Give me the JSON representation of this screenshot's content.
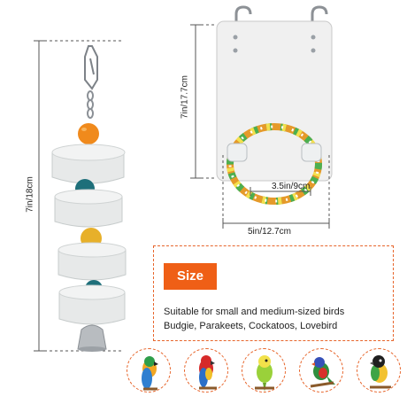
{
  "toy": {
    "height_label": "7in/18cm"
  },
  "mirror": {
    "height_label": "7in/17.7cm",
    "width_label": "5in/12.7cm",
    "ring_label": "3.5in/9cm"
  },
  "size_panel": {
    "badge": "Size",
    "line1": "Suitable for small and medium-sized birds",
    "line2": "Budgie, Parakeets, Cockatoos, Lovebird"
  },
  "birds": [
    "macaw-icon",
    "red-macaw-icon",
    "budgie-icon",
    "lorikeet-icon",
    "caique-icon"
  ],
  "colors": {
    "accent": "#ef5f16",
    "stone": "#e7e9e9",
    "bead_orange": "#f08a1c",
    "bead_teal": "#1e6f7a",
    "bead_yellow": "#e7b02a"
  }
}
